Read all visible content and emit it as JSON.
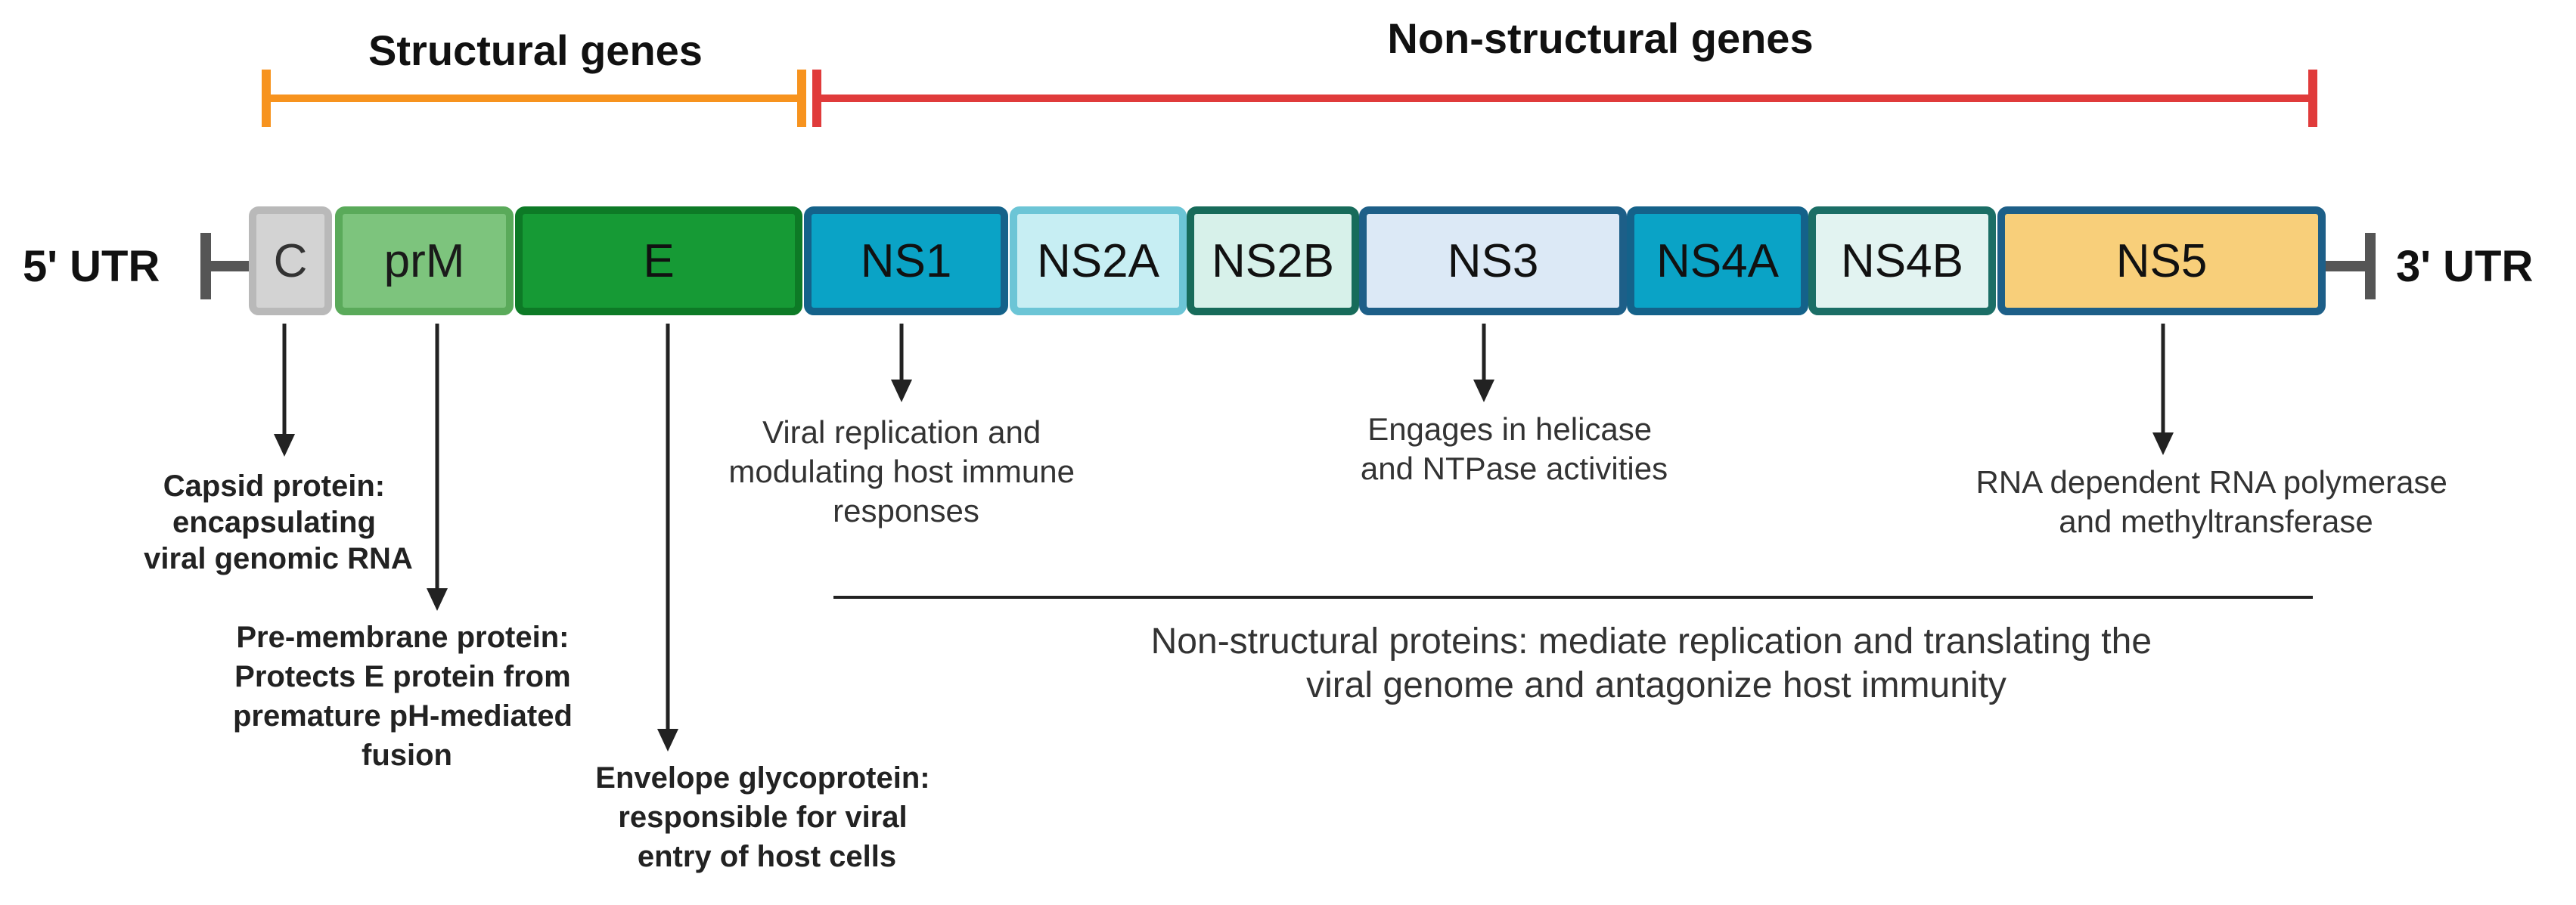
{
  "headers": {
    "structural": "Structural genes",
    "nonstructural": "Non-structural genes"
  },
  "utr": {
    "five": "5' UTR",
    "three": "3' UTR"
  },
  "genes": [
    {
      "id": "c",
      "label": "C",
      "fill": "#d3d3d3",
      "stroke": "#b9b9b9",
      "text": "#333333"
    },
    {
      "id": "prm",
      "label": "prM",
      "fill": "#7dc47d",
      "stroke": "#5aaa5a",
      "text": "#1a1a1a"
    },
    {
      "id": "e",
      "label": "E",
      "fill": "#169a35",
      "stroke": "#0d7a26",
      "text": "#111111"
    },
    {
      "id": "ns1",
      "label": "NS1",
      "fill": "#0aa3c6",
      "stroke": "#14628a",
      "text": "#111111"
    },
    {
      "id": "ns2a",
      "label": "NS2A",
      "fill": "#c7eef3",
      "stroke": "#6cc5d6",
      "text": "#111111"
    },
    {
      "id": "ns2b",
      "label": "NS2B",
      "fill": "#d7f1ea",
      "stroke": "#176b5a",
      "text": "#111111"
    },
    {
      "id": "ns3",
      "label": "NS3",
      "fill": "#dce9f6",
      "stroke": "#1d5f88",
      "text": "#111111"
    },
    {
      "id": "ns4a",
      "label": "NS4A",
      "fill": "#0aa3c6",
      "stroke": "#14628a",
      "text": "#111111"
    },
    {
      "id": "ns4b",
      "label": "NS4B",
      "fill": "#e2f3f1",
      "stroke": "#1b6e66",
      "text": "#111111"
    },
    {
      "id": "ns5",
      "label": "NS5",
      "fill": "#f8cf7a",
      "stroke": "#1d5f88",
      "text": "#111111"
    }
  ],
  "annotations": {
    "capsid": [
      "Capsid protein:",
      "encapsulating",
      "viral genomic RNA"
    ],
    "premembrane": [
      "Pre-membrane protein:",
      "Protects E protein from",
      "premature pH-mediated",
      "fusion"
    ],
    "envelope": [
      "Envelope glycoprotein:",
      "responsible for viral",
      "entry of host cells"
    ],
    "ns1": [
      "Viral replication and",
      "modulating host immune",
      "responses"
    ],
    "ns3": [
      "Engages in helicase",
      "and NTPase activities"
    ],
    "ns5": [
      "RNA dependent RNA polymerase",
      "and methyltransferase"
    ],
    "nonstructural_summary": [
      "Non-structural proteins: mediate replication and translating the",
      "viral genome and antagonize host immunity"
    ]
  },
  "colors": {
    "structural_bracket": "#f7931e",
    "nonstructural_bracket": "#e03b3b",
    "utr_line": "#555555",
    "arrow": "#222222"
  }
}
